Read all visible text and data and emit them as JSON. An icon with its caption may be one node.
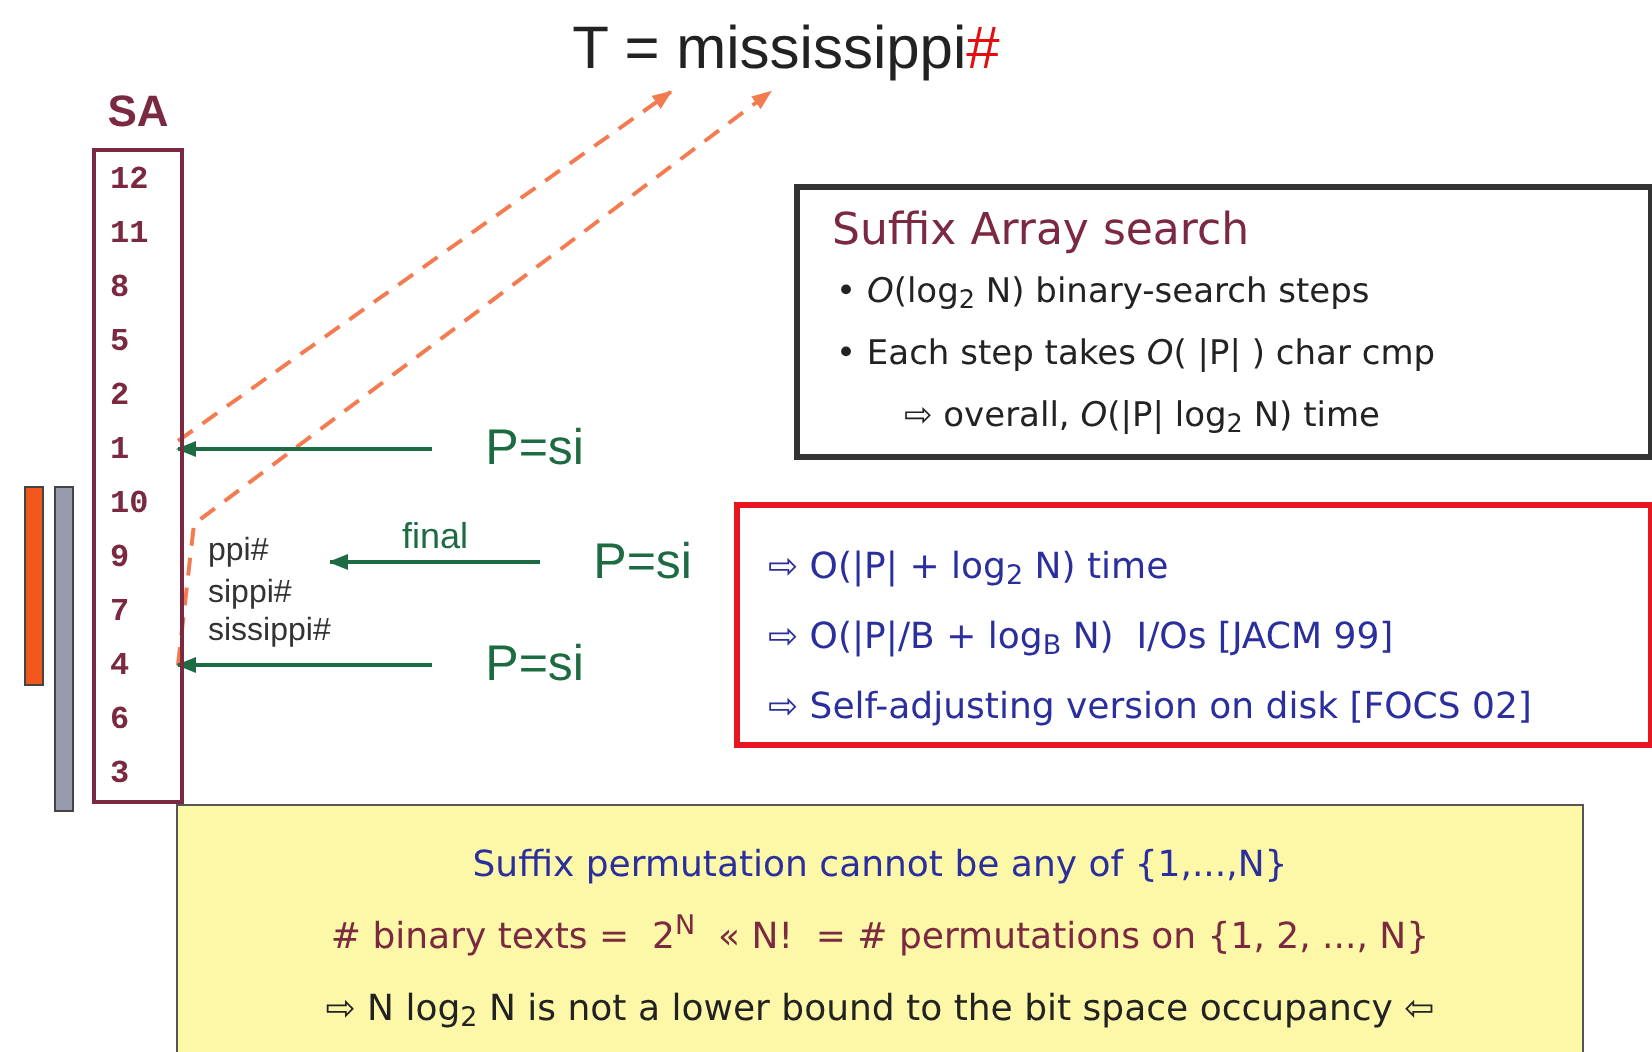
{
  "diagram": {
    "nodes": [
      {
        "text": [
          "SA"
        ]
      },
      {
        "text": [
          "12"
        ],
        "in": 0
      },
      {
        "text": [
          "11"
        ],
        "in": 0
      },
      {
        "text": [
          "8"
        ],
        "in": 0
      },
      {
        "text": [
          "5"
        ],
        "in": 0
      },
      {
        "text": [
          "2"
        ],
        "in": 0
      },
      {
        "text": [
          "1"
        ],
        "in": 0
      },
      {
        "text": [
          "10"
        ],
        "in": 0
      },
      {
        "text": [
          "9"
        ],
        "in": 0
      },
      {
        "text": [
          "7"
        ],
        "in": 0
      },
      {
        "text": [
          "4"
        ],
        "in": 0
      },
      {
        "text": [
          "6"
        ],
        "in": 0
      },
      {
        "text": [
          "3"
        ],
        "in": 0
      },
      {
        "text": [
          "T = mississippi",
          "#"
        ]
      },
      {
        "text": [
          "ppi#"
        ]
      },
      {
        "text": [
          "sippi#"
        ]
      },
      {
        "text": [
          "sissippi#"
        ]
      },
      {
        "text": [
          "P=si"
        ]
      },
      {
        "text": [
          "P=si"
        ]
      },
      {
        "text": [
          "P=si"
        ]
      },
      {
        "text": [
          "Suffix Array search",
          "• *O*(log$_{2}$ N) binary-search steps",
          "• Each step takes *O*( |P| ) char cmp",
          "⇨ overall, *O*(|P| log$_{2}$ N) time"
        ]
      },
      {
        "text": [
          "⇨ O(|P| + log$_{2}$ N) time",
          "⇨ O(|P|/B + log$_{B}$ N)  I/Os [JACM 99]",
          "⇨ Self-adjusting version on disk [FOCS 02]"
        ]
      },
      {
        "text": [
          "Suffix permutation cannot be any of {1,...,N}",
          "# binary texts =  2$^{N}$  « N!  = # permutations on {1, 2, ..., N}",
          "⇨ N log$_{2}$ N is not a lower bound to the bit space occupancy ⇦"
        ]
      }
    ],
    "edges": [
      {
        "from": 6,
        "to": 13,
        "arrow": "to",
        "style": "dashed",
        "color": "#f47a50"
      },
      {
        "from": 10,
        "to": 13,
        "arrow": "to",
        "style": "dashed",
        "color": "#f47a50"
      },
      {
        "from": 17,
        "to": 6,
        "arrow": "to"
      },
      {
        "from": 18,
        "to": 14,
        "arrow": "to",
        "label": "final"
      },
      {
        "from": 19,
        "to": 10,
        "arrow": "to"
      }
    ]
  }
}
